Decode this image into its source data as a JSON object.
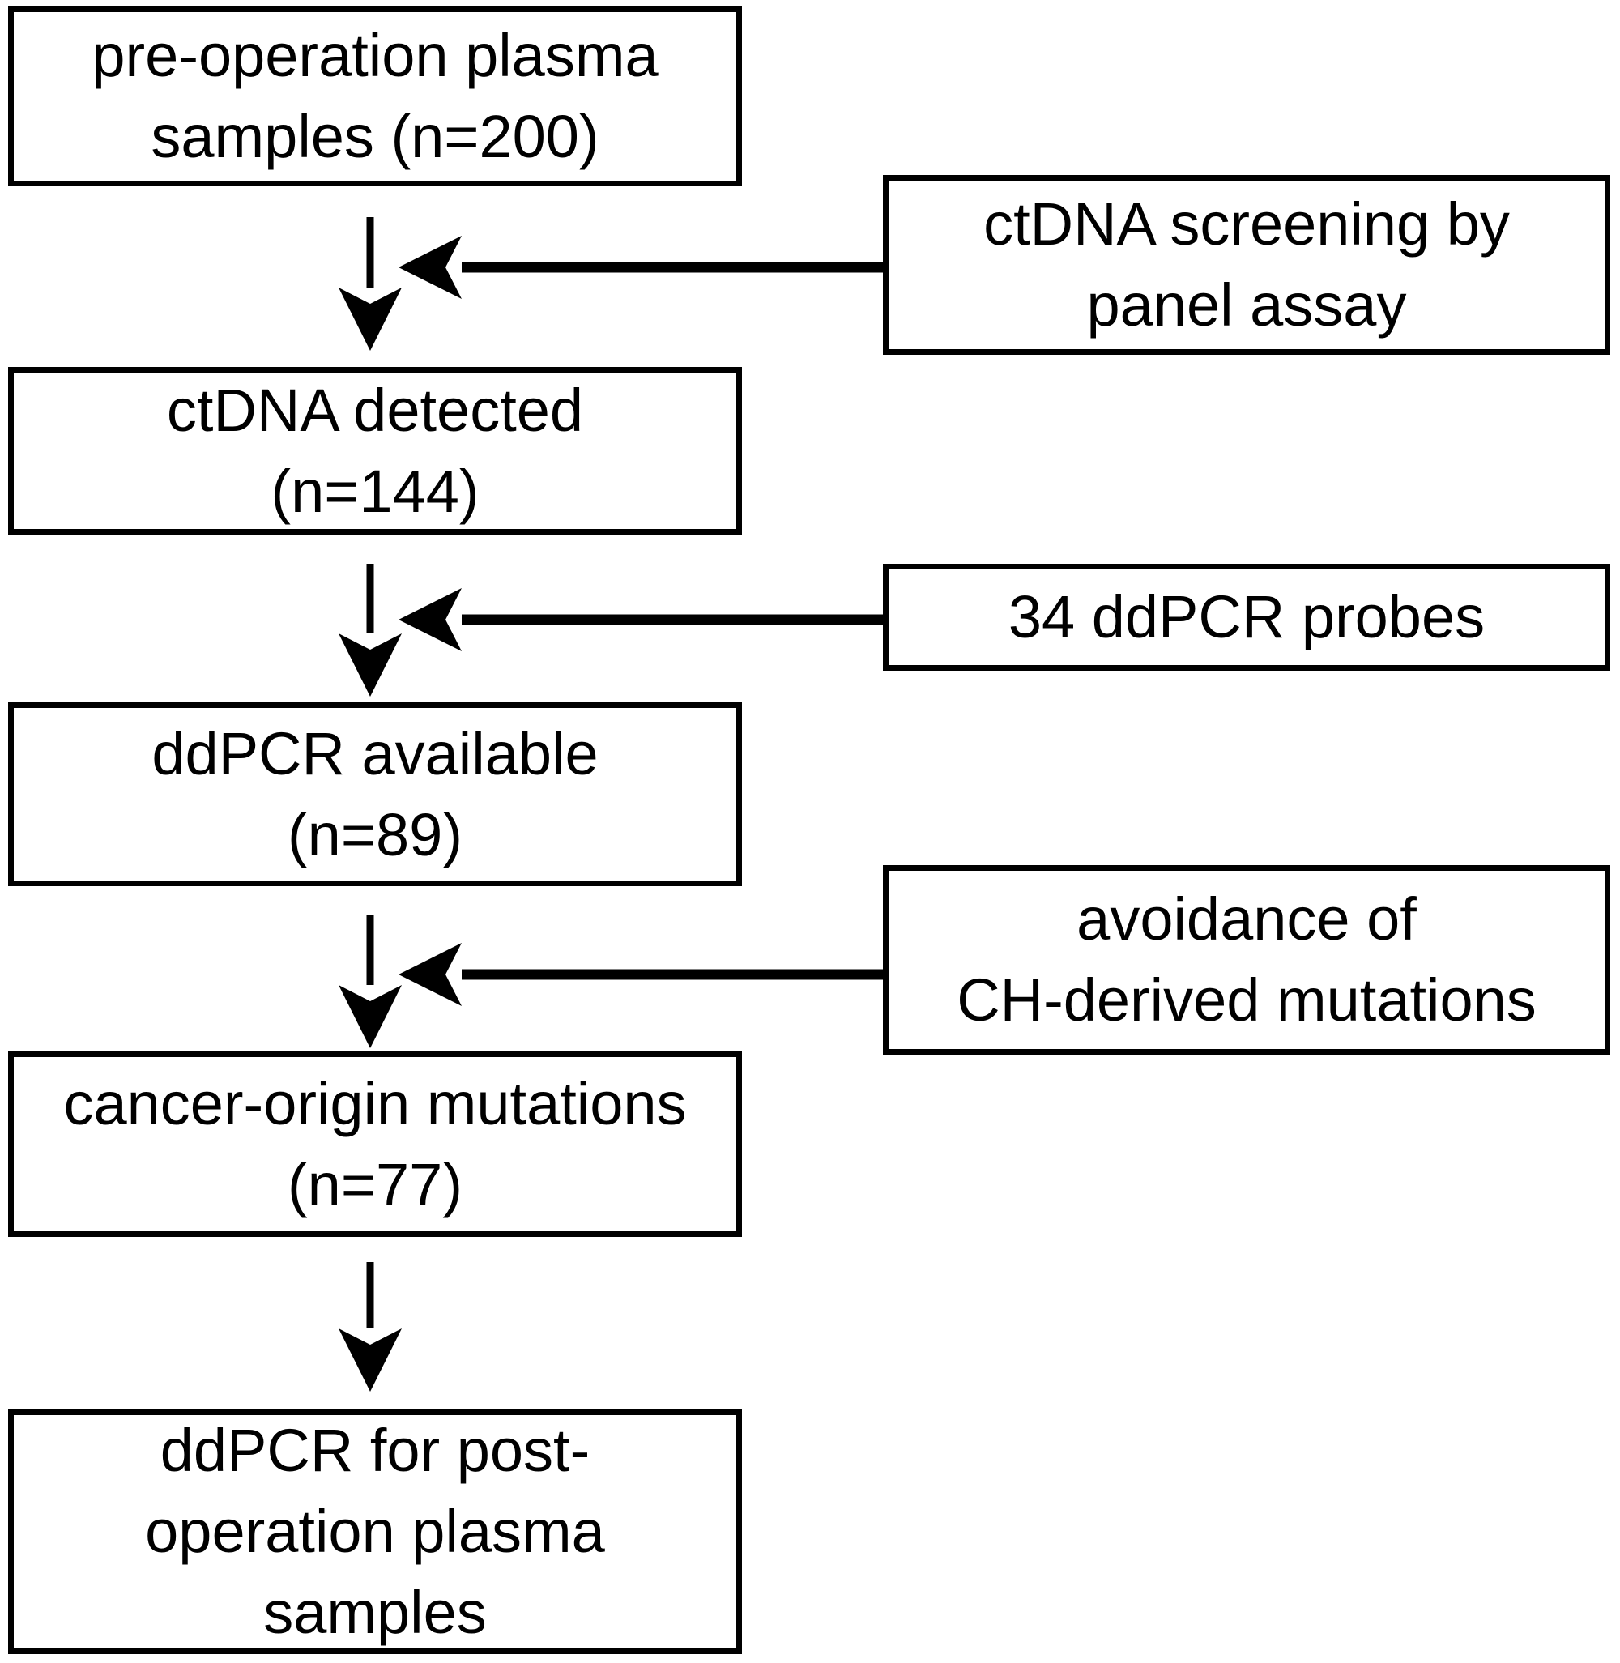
{
  "figure": {
    "type": "flowchart",
    "background_color": "#ffffff",
    "line_color": "#000000",
    "main_flow": [
      {
        "id": "pre-op-samples",
        "label": "pre-operation plasma\nsamples (n=200)",
        "n": 200
      },
      {
        "id": "ctdna-detected",
        "label": "ctDNA detected\n(n=144)",
        "n": 144
      },
      {
        "id": "ddpcr-available",
        "label": "ddPCR available\n(n=89)",
        "n": 89
      },
      {
        "id": "cancer-origin-mutations",
        "label": "cancer-origin mutations\n(n=77)",
        "n": 77
      },
      {
        "id": "ddpcr-post-op",
        "label": "ddPCR for post-\noperation plasma\nsamples"
      }
    ],
    "side_inputs": [
      {
        "id": "panel-assay",
        "label": "ctDNA screening by\npanel assay",
        "joins_arrow": "pre-op-samples → ctdna-detected"
      },
      {
        "id": "ddpcr-probes",
        "label": "34 ddPCR probes",
        "joins_arrow": "ctdna-detected → ddpcr-available"
      },
      {
        "id": "ch-avoidance",
        "label": "avoidance of\nCH-derived mutations",
        "joins_arrow": "ddpcr-available → cancer-origin-mutations"
      }
    ],
    "connections": [
      {
        "type": "down-arrow",
        "from": "pre-op-samples",
        "to": "ctdna-detected"
      },
      {
        "type": "down-arrow",
        "from": "ctdna-detected",
        "to": "ddpcr-available"
      },
      {
        "type": "down-arrow",
        "from": "ddpcr-available",
        "to": "cancer-origin-mutations"
      },
      {
        "type": "down-arrow",
        "from": "cancer-origin-mutations",
        "to": "ddpcr-post-op"
      },
      {
        "type": "side-arrow",
        "from": "panel-assay",
        "to": "pre-op-samples → ctdna-detected"
      },
      {
        "type": "side-arrow",
        "from": "ddpcr-probes",
        "to": "ctdna-detected → ddpcr-available"
      },
      {
        "type": "side-arrow",
        "from": "ch-avoidance",
        "to": "ddpcr-available → cancer-origin-mutations"
      }
    ]
  }
}
